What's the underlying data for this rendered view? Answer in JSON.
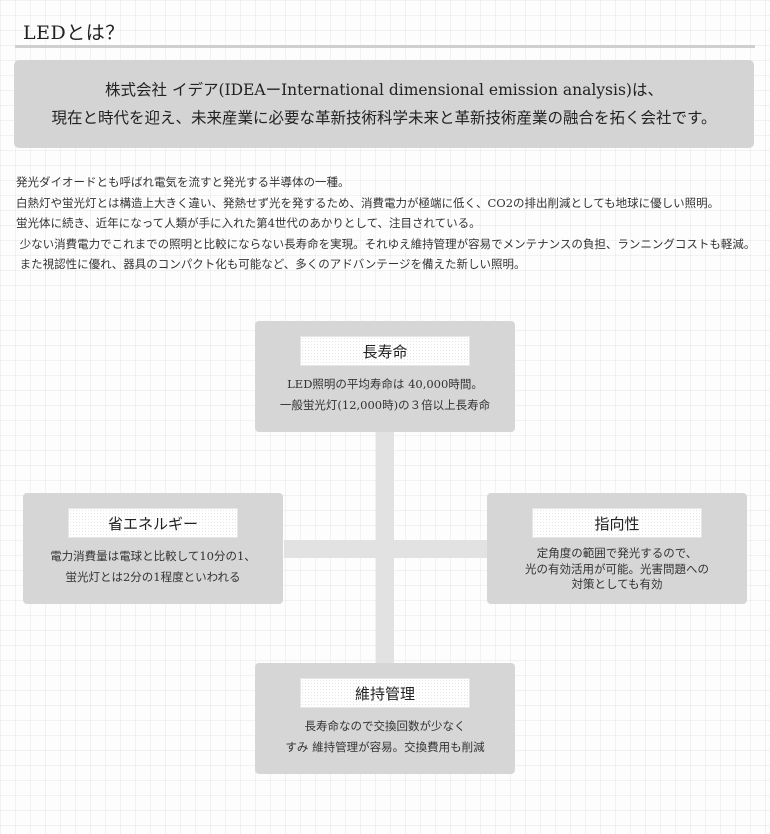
{
  "header": {
    "title": "LEDとは？"
  },
  "banner": {
    "line1": "株式会社 イデア(IDEAーInternational dimensional emission analysis)は、",
    "line2": "現在と時代を迎え、未来産業に必要な革新技術科学未来と革新技術産業の融合を拓く会社です。"
  },
  "intro": {
    "lines": [
      "発光ダイオードとも呼ばれ電気を流すと発光する半導体の一種。",
      "白熱灯や蛍光灯とは構造上大きく違い、発熱せず光を発するため、消費電力が極端に低く、CO2の排出削減としても地球に優しい照明。",
      "蛍光体に続き、近年になって人類が手に入れた第4世代のあかりとして、注目されている。",
      " 少ない消費電力でこれまでの照明と比較にならない長寿命を実現。それゆえ維持管理が容易でメンテナンスの負担、ランニングコストも軽減。",
      " また視認性に優れ、器具のコンパクト化も可能など、多くのアドバンテージを備えた新しい照明。"
    ]
  },
  "features": {
    "top": {
      "title": "長寿命",
      "lines": [
        "LED照明の平均寿命は 40,000時間。",
        "一般蛍光灯(12,000時)の３倍以上長寿命"
      ]
    },
    "left": {
      "title": "省エネルギー",
      "lines": [
        "電力消費量は電球と比較して10分の1、",
        "蛍光灯とは2分の1程度といわれる"
      ]
    },
    "right": {
      "title": "指向性",
      "lines": [
        "定角度の範囲で発光するので、",
        "光の有効活用が可能。光害問題への",
        "対策としても有効"
      ]
    },
    "bottom": {
      "title": "維持管理",
      "lines": [
        "長寿命なので交換回数が少なく",
        "すみ 維持管理が容易。交換費用も削減"
      ]
    }
  }
}
